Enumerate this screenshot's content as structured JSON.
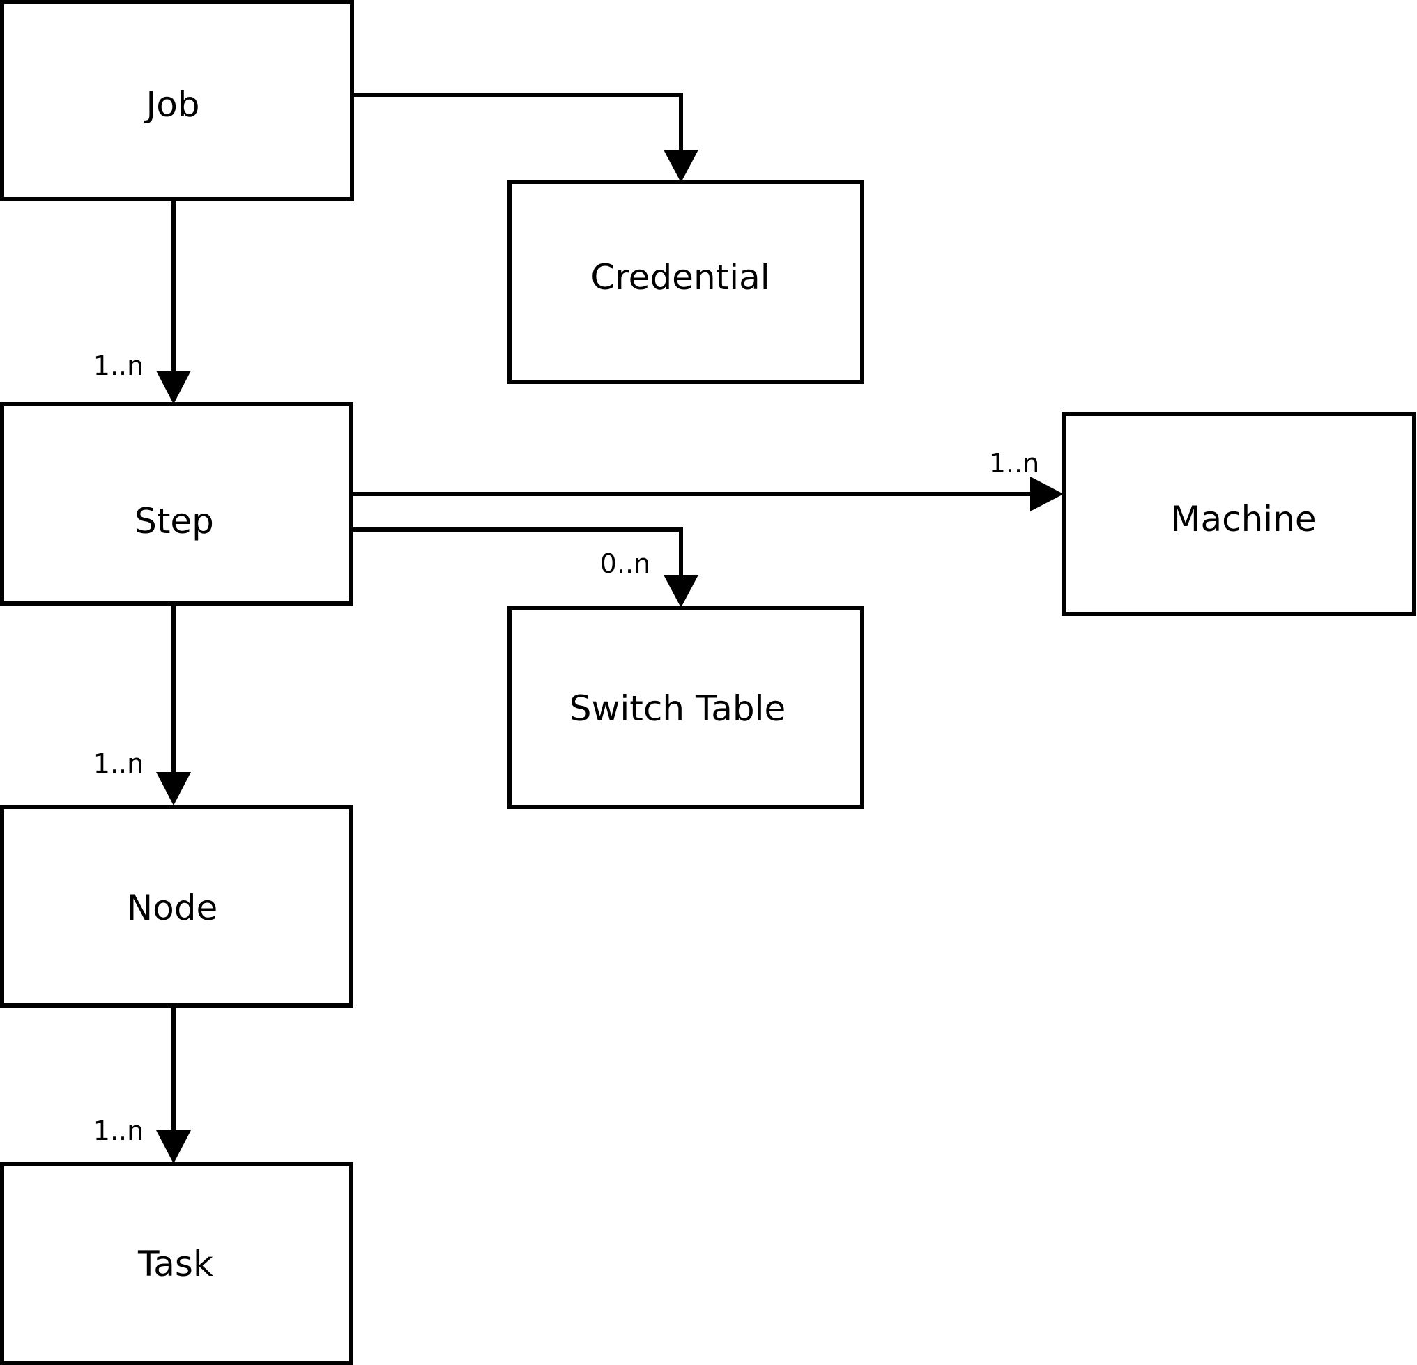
{
  "nodes": {
    "job": "Job",
    "credential": "Credential",
    "step": "Step",
    "machine": "Machine",
    "switch_table": "Switch Table",
    "node": "Node",
    "task": "Task"
  },
  "edges": {
    "job_to_step": "1..n",
    "step_to_machine": "1..n",
    "step_to_switch_table": "0..n",
    "step_to_node": "1..n",
    "node_to_task": "1..n"
  }
}
